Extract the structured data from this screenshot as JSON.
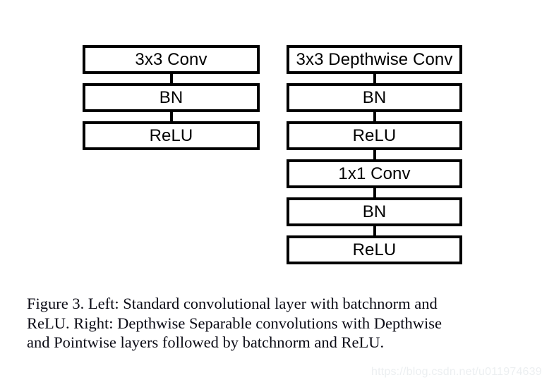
{
  "figure": {
    "label": "Figure 3",
    "columns": [
      {
        "name": "standard-convolution",
        "side_label": "Left",
        "nodes": [
          {
            "label": "3x3 Conv"
          },
          {
            "label": "BN"
          },
          {
            "label": "ReLU"
          }
        ]
      },
      {
        "name": "depthwise-separable-convolution",
        "side_label": "Right",
        "nodes": [
          {
            "label": "3x3 Depthwise Conv"
          },
          {
            "label": "BN"
          },
          {
            "label": "ReLU"
          },
          {
            "label": "1x1 Conv"
          },
          {
            "label": "BN"
          },
          {
            "label": "ReLU"
          }
        ]
      }
    ],
    "caption": {
      "line1": "Figure 3. Left: Standard convolutional layer with batchnorm and",
      "line2": "ReLU. Right: Depthwise Separable convolutions with Depthwise",
      "line3": "and Pointwise layers followed by batchnorm and ReLU.",
      "full": "Figure 3. Left: Standard convolutional layer with batchnorm and ReLU. Right: Depthwise Separable convolutions with Depthwise and Pointwise layers followed by batchnorm and ReLU."
    }
  },
  "watermark": {
    "text": "https://blog.csdn.net/u011974639"
  },
  "colors": {
    "background": "#ffffff",
    "stroke": "#000000",
    "caption_text": "#0a0a14",
    "watermark_text": "#eceff1"
  }
}
